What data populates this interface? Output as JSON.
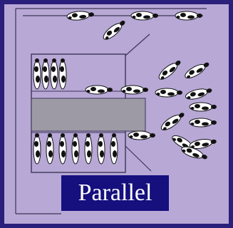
{
  "caption": {
    "text": "Parallel"
  },
  "colors": {
    "background": "#2a1f7a",
    "panel": "#b7a8d6",
    "wall": "#3c3555",
    "platform": "#9d9aa6",
    "cow_white": "#ffffff",
    "cow_black": "#111111",
    "caption_bg": "#160f7e",
    "caption_text": "#ffffff"
  },
  "diagram": {
    "type": "parallel milking parlor",
    "stall_rows": 2,
    "cows_top_row": 4,
    "cows_bottom_row": 7
  }
}
